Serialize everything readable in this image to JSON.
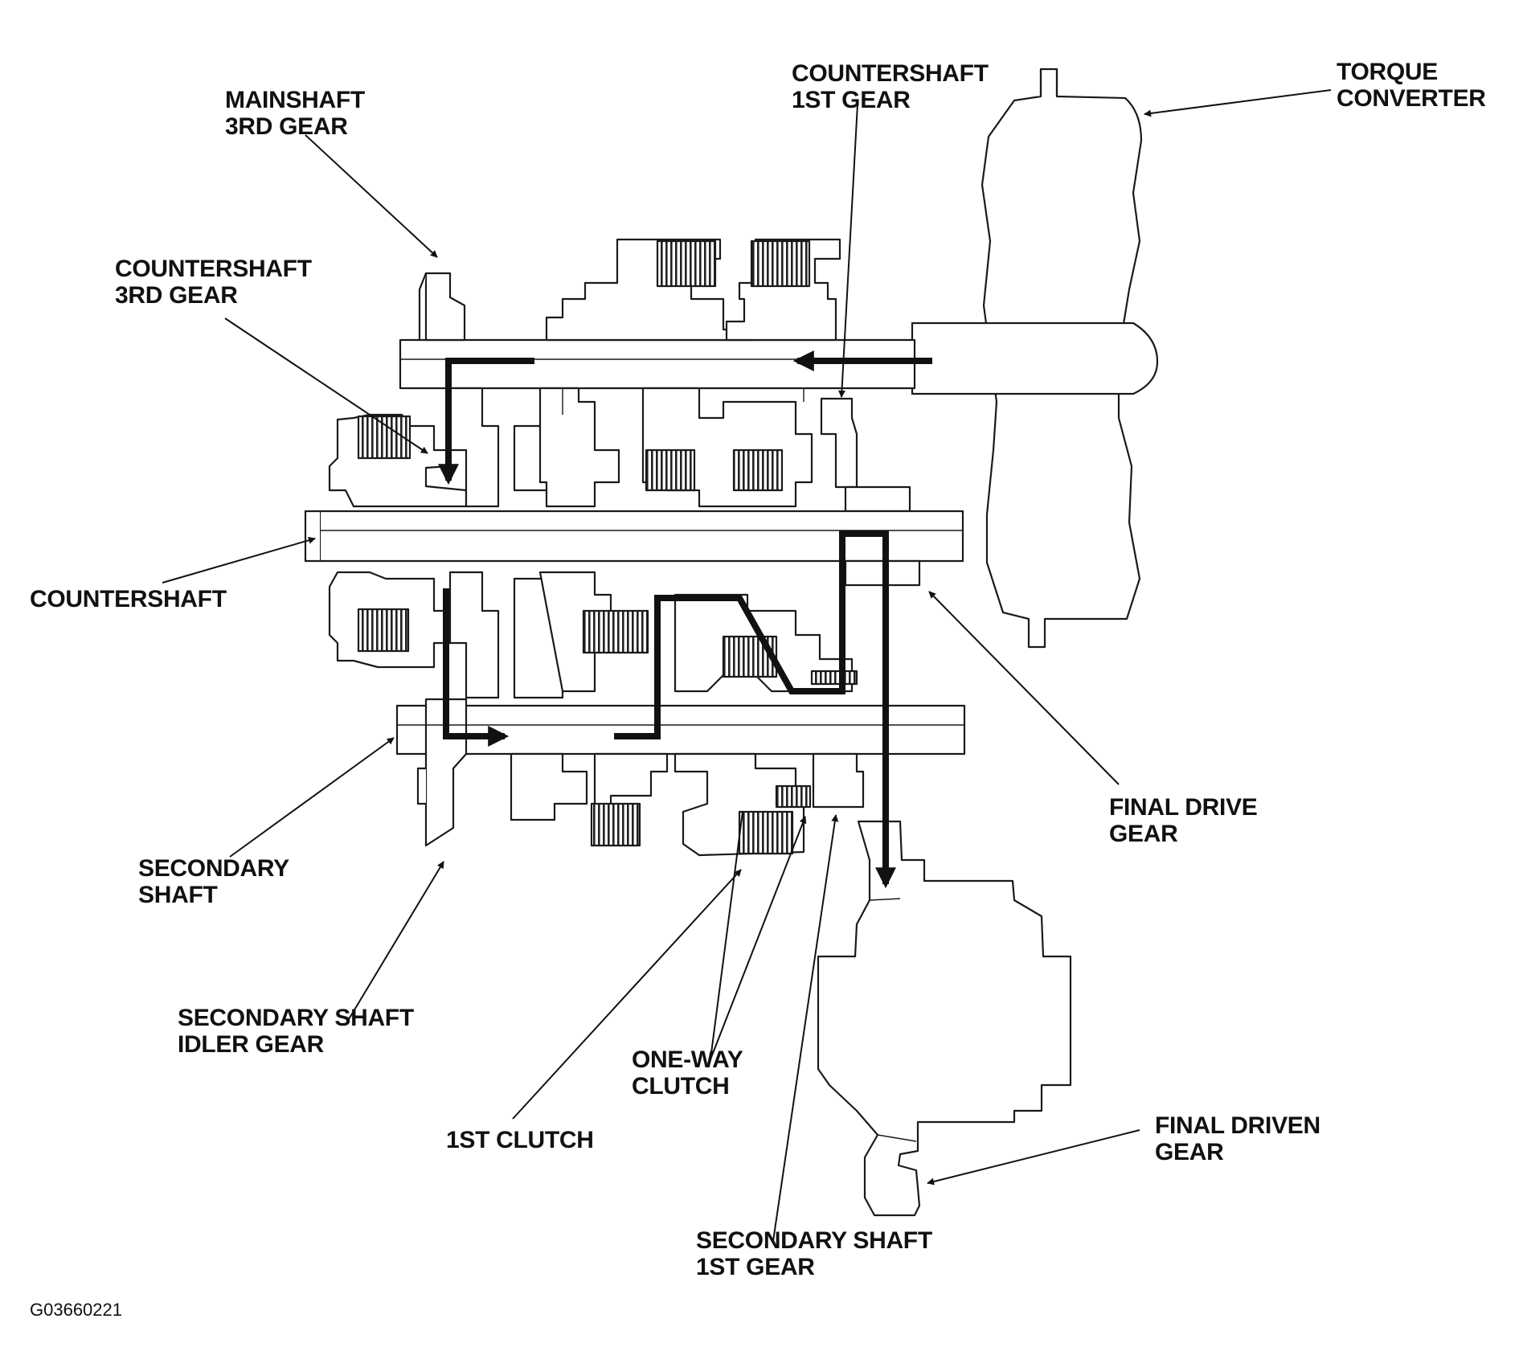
{
  "labels": {
    "mainshaft_3rd_gear": [
      "MAINSHAFT",
      "3RD GEAR"
    ],
    "countershaft_3rd_gear": [
      "COUNTERSHAFT",
      "3RD GEAR"
    ],
    "countershaft": [
      "COUNTERSHAFT"
    ],
    "secondary_shaft": [
      "SECONDARY",
      "SHAFT"
    ],
    "secondary_shaft_idler_gear": [
      "SECONDARY SHAFT",
      "IDLER GEAR"
    ],
    "countershaft_1st_gear": [
      "COUNTERSHAFT",
      "1ST GEAR"
    ],
    "torque_converter": [
      "TORQUE",
      "CONVERTER"
    ],
    "final_drive_gear": [
      "FINAL DRIVE",
      "GEAR"
    ],
    "one_way_clutch": [
      "ONE-WAY",
      "CLUTCH"
    ],
    "first_clutch": [
      "1ST CLUTCH"
    ],
    "final_driven_gear": [
      "FINAL DRIVEN",
      "GEAR"
    ],
    "secondary_shaft_1st_gear": [
      "SECONDARY SHAFT",
      "1ST GEAR"
    ]
  },
  "figure_code": "G03660221",
  "colors": {
    "line": "#1a1a1a",
    "power_flow": "#111111",
    "background": "#ffffff"
  }
}
